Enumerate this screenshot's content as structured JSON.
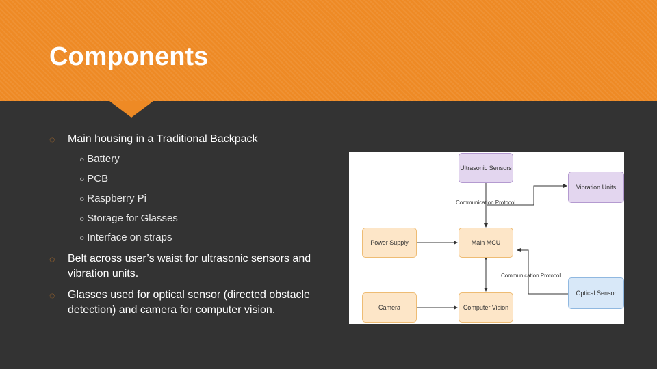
{
  "slide": {
    "title": "Components",
    "bullets": [
      {
        "text": "Main housing in a Traditional Backpack",
        "subitems": [
          "Battery",
          "PCB",
          "Raspberry Pi",
          "Storage for Glasses",
          "Interface on straps"
        ]
      },
      {
        "text": "Belt across user’s waist for ultrasonic sensors and vibration units."
      },
      {
        "text": "Glasses used for optical sensor (directed obstacle detection) and camera for computer vision."
      }
    ],
    "bullet_marker": "◌",
    "sub_marker": "○"
  },
  "diagram": {
    "nodes": {
      "ultrasonic": "Ultrasonic Sensors",
      "vibration": "Vibration Units",
      "power": "Power Supply",
      "mcu": "Main MCU",
      "optical": "Optical Sensor",
      "camera": "Camera",
      "cv": "Computer Vision"
    },
    "edge_labels": {
      "top": "Communication Protocol",
      "right": "Communication Protocol"
    },
    "colors": {
      "sensor_fill": "#e3d6ef",
      "processing_fill": "#fde6c8",
      "optical_fill": "#d8e8f8",
      "accent": "#ee8a25"
    }
  }
}
